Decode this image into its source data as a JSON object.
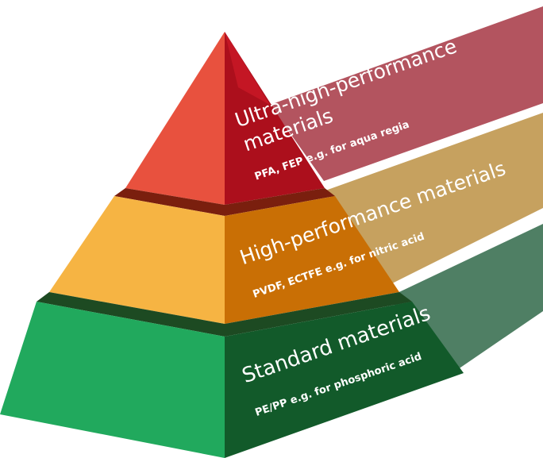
{
  "colors": {
    "background": "#ffffff",
    "top_left": "#e8513e",
    "top_right": "#ac0f1c",
    "top_band": "#b3545f",
    "mid_left": "#f6b443",
    "mid_right": "#c96f05",
    "mid_band": "#c6a15f",
    "bottom_left": "#21a95d",
    "bottom_right": "#125a2a",
    "bottom_band": "#4f7f64"
  },
  "tiers": [
    {
      "title_lines": [
        "Ultra-high-performance",
        "materials"
      ],
      "subtitle": "PFA, FEP e.g. for aqua regia"
    },
    {
      "title_lines": [
        "High-performance materials"
      ],
      "subtitle": "PVDF, ECTFE e.g. for nitric acid"
    },
    {
      "title_lines": [
        "Standard materials"
      ],
      "subtitle": "PE/PP e.g. for phosphoric acid"
    }
  ]
}
